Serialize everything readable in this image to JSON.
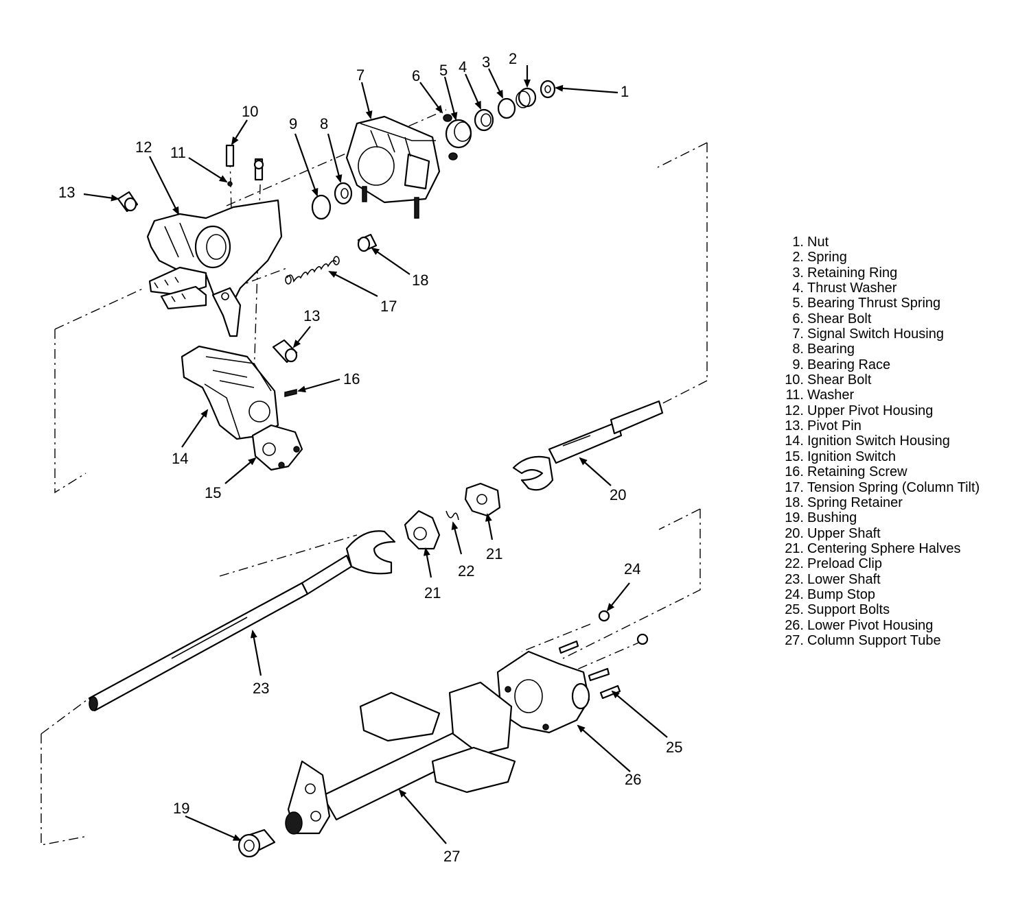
{
  "legend": [
    {
      "num": "1.",
      "label": "Nut"
    },
    {
      "num": "2.",
      "label": "Spring"
    },
    {
      "num": "3.",
      "label": "Retaining Ring"
    },
    {
      "num": "4.",
      "label": "Thrust Washer"
    },
    {
      "num": "5.",
      "label": "Bearing Thrust Spring"
    },
    {
      "num": "6.",
      "label": "Shear Bolt"
    },
    {
      "num": "7.",
      "label": "Signal Switch Housing"
    },
    {
      "num": "8.",
      "label": "Bearing"
    },
    {
      "num": "9.",
      "label": "Bearing Race"
    },
    {
      "num": "10.",
      "label": "Shear Bolt"
    },
    {
      "num": "11.",
      "label": "Washer"
    },
    {
      "num": "12.",
      "label": "Upper Pivot Housing"
    },
    {
      "num": "13.",
      "label": "Pivot Pin"
    },
    {
      "num": "14.",
      "label": "Ignition Switch Housing"
    },
    {
      "num": "15.",
      "label": "Ignition Switch"
    },
    {
      "num": "16.",
      "label": "Retaining Screw"
    },
    {
      "num": "17.",
      "label": "Tension Spring (Column Tilt)"
    },
    {
      "num": "18.",
      "label": "Spring Retainer"
    },
    {
      "num": "19.",
      "label": "Bushing"
    },
    {
      "num": "20.",
      "label": "Upper Shaft"
    },
    {
      "num": "21.",
      "label": "Centering Sphere Halves"
    },
    {
      "num": "22.",
      "label": "Preload Clip"
    },
    {
      "num": "23.",
      "label": "Lower Shaft"
    },
    {
      "num": "24.",
      "label": "Bump Stop"
    },
    {
      "num": "25.",
      "label": "Support Bolts"
    },
    {
      "num": "26.",
      "label": "Lower Pivot Housing"
    },
    {
      "num": "27.",
      "label": "Column Support Tube"
    }
  ],
  "callouts": [
    "1",
    "2",
    "3",
    "4",
    "5",
    "6",
    "7",
    "8",
    "9",
    "10",
    "11",
    "12",
    "13",
    "13",
    "14",
    "15",
    "16",
    "17",
    "18",
    "19",
    "20",
    "21",
    "21",
    "22",
    "23",
    "24",
    "25",
    "26",
    "27"
  ]
}
